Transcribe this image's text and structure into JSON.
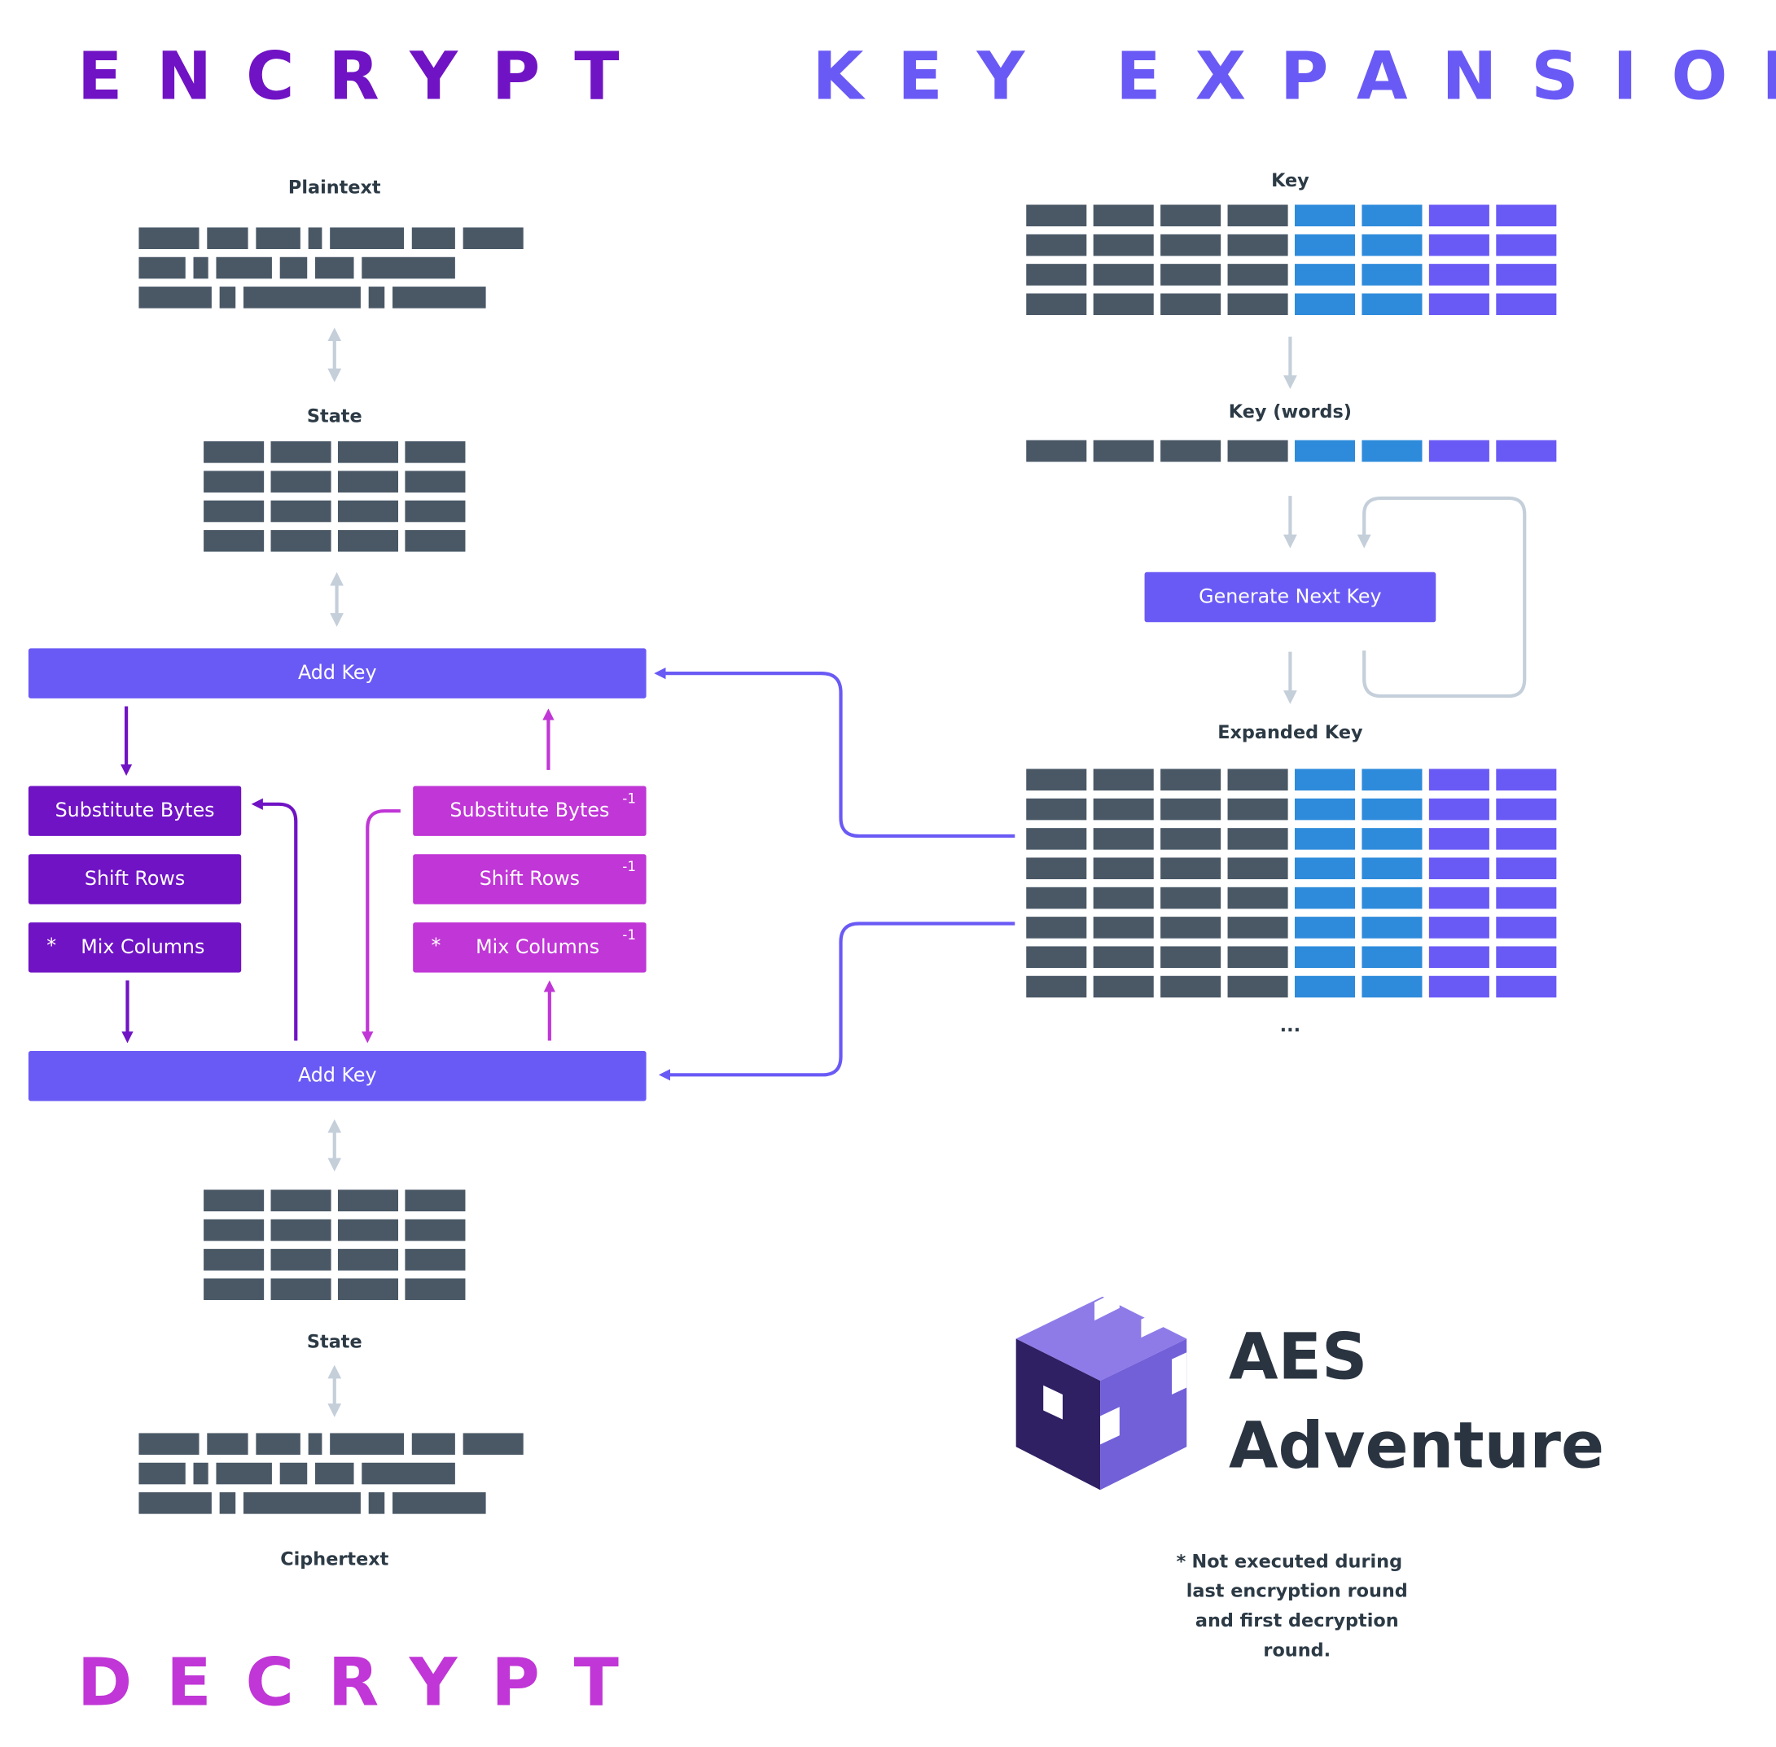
{
  "headings": {
    "encrypt": "ENCRYPT",
    "key_expansion": "KEY EXPANSION",
    "decrypt": "DECRYPT"
  },
  "labels": {
    "plaintext": "Plaintext",
    "state_top": "State",
    "state_bottom": "State",
    "ciphertext": "Ciphertext",
    "key": "Key",
    "key_words": "Key (words)",
    "expanded_key": "Expanded Key",
    "ellipsis": "..."
  },
  "boxes": {
    "add_key_top": "Add Key",
    "add_key_bottom": "Add Key",
    "substitute_bytes": "Substitute Bytes",
    "shift_rows": "Shift Rows",
    "mix_columns": "Mix Columns",
    "inv_substitute_bytes": "Substitute Bytes",
    "inv_shift_rows": "Shift Rows",
    "inv_mix_columns": "Mix Columns",
    "inverse_superscript": "-1",
    "star_marker": "*",
    "generate_next_key": "Generate Next Key"
  },
  "logo": {
    "line1": "AES",
    "line2": "Adventure"
  },
  "footnote": {
    "star": "*",
    "text": "Not executed during last encryption round and first decryption round."
  },
  "colors": {
    "encrypt_purple": "#7013c4",
    "key_violet": "#6a5af5",
    "decrypt_magenta": "#c036d6",
    "cell_slate": "#4a5866",
    "cell_blue": "#2e8bdb",
    "connector_gray": "#c4cfda",
    "text_dark": "#2c3a45"
  }
}
